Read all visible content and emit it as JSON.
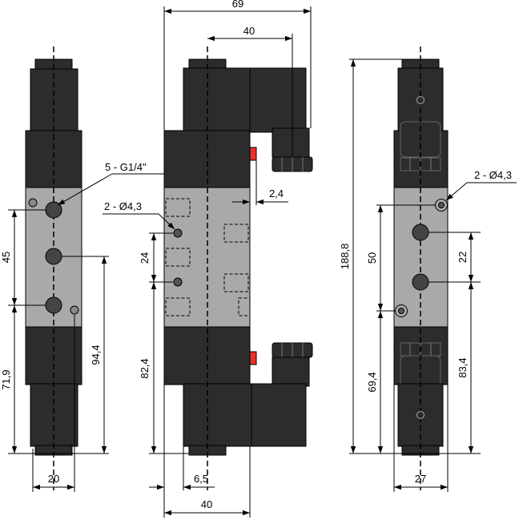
{
  "colors": {
    "body_grey": "#a9a9a9",
    "coil_dark": "#2c2c2c",
    "indicator_red": "#e8302a",
    "background": "#ffffff"
  },
  "labels": {
    "ports_callout": "5 - G1/4\"",
    "mount_holes_mid": "2 - Ø4,3",
    "mount_holes_right": "2 - Ø4,3"
  },
  "dims": {
    "width_69": "69",
    "width_40_top": "40",
    "offset_2_4": "2,4",
    "height_45": "45",
    "height_71_9": "71,9",
    "height_94_4": "94,4",
    "width_20": "20",
    "pitch_24": "24",
    "height_82_4": "82,4",
    "offset_6_5": "6,5",
    "width_40_bottom": "40",
    "height_188_8": "188,8",
    "height_50": "50",
    "height_69_4": "69,4",
    "pitch_22": "22",
    "height_83_4": "83,4",
    "width_27": "27"
  }
}
